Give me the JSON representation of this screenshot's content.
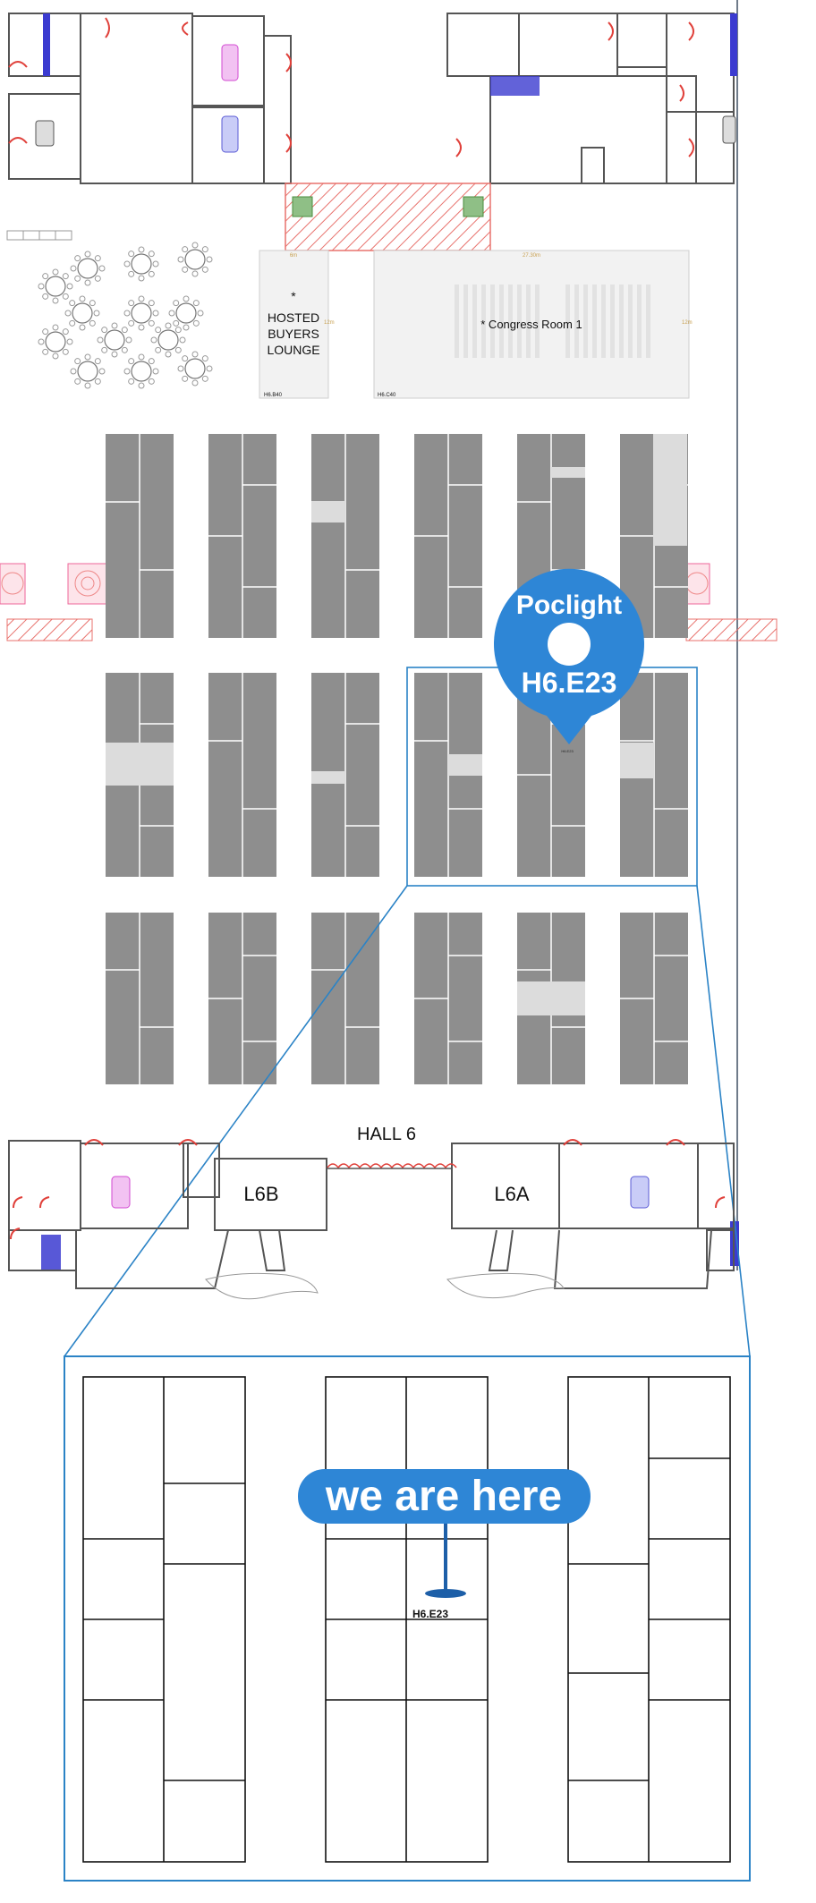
{
  "map": {
    "hall_label": "HALL 6",
    "exits": {
      "left": "L6B",
      "right": "L6A"
    },
    "rooms": {
      "hosted_buyers": {
        "asterisk": "*",
        "lines": [
          "HOSTED",
          "BUYERS",
          "LOUNGE"
        ],
        "code": "H6.B40",
        "dim_top": "6m",
        "dim_side": "12m"
      },
      "congress": {
        "name": "* Congress Room 1",
        "code": "H6.C40",
        "dim_top": "27.30m",
        "dim_side": "12m"
      }
    }
  },
  "marker": {
    "company": "Poclight",
    "booth": "H6.E23",
    "color": "#2e86d6"
  },
  "inset": {
    "callout": "we are here",
    "booth_label": "H6.E23",
    "frame_color": "#2b83c6"
  },
  "colors": {
    "booth_fill": "#8e8e8e",
    "wall": "#555555",
    "door": "#e0403a",
    "stair": "#3b3bd0"
  }
}
